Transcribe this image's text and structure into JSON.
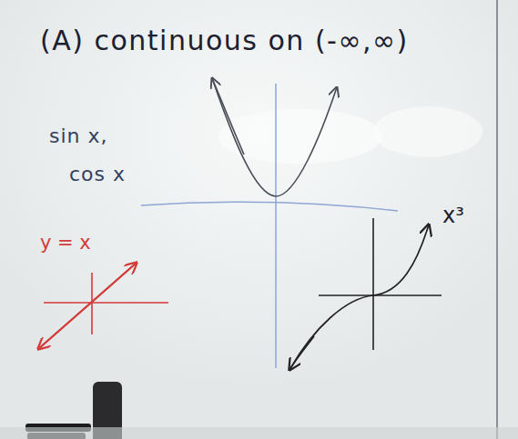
{
  "diagram": {
    "labels": [
      "(A) continuous on (-∞,∞)",
      "sin x,",
      "cos x",
      "y = x",
      "x³"
    ]
  }
}
